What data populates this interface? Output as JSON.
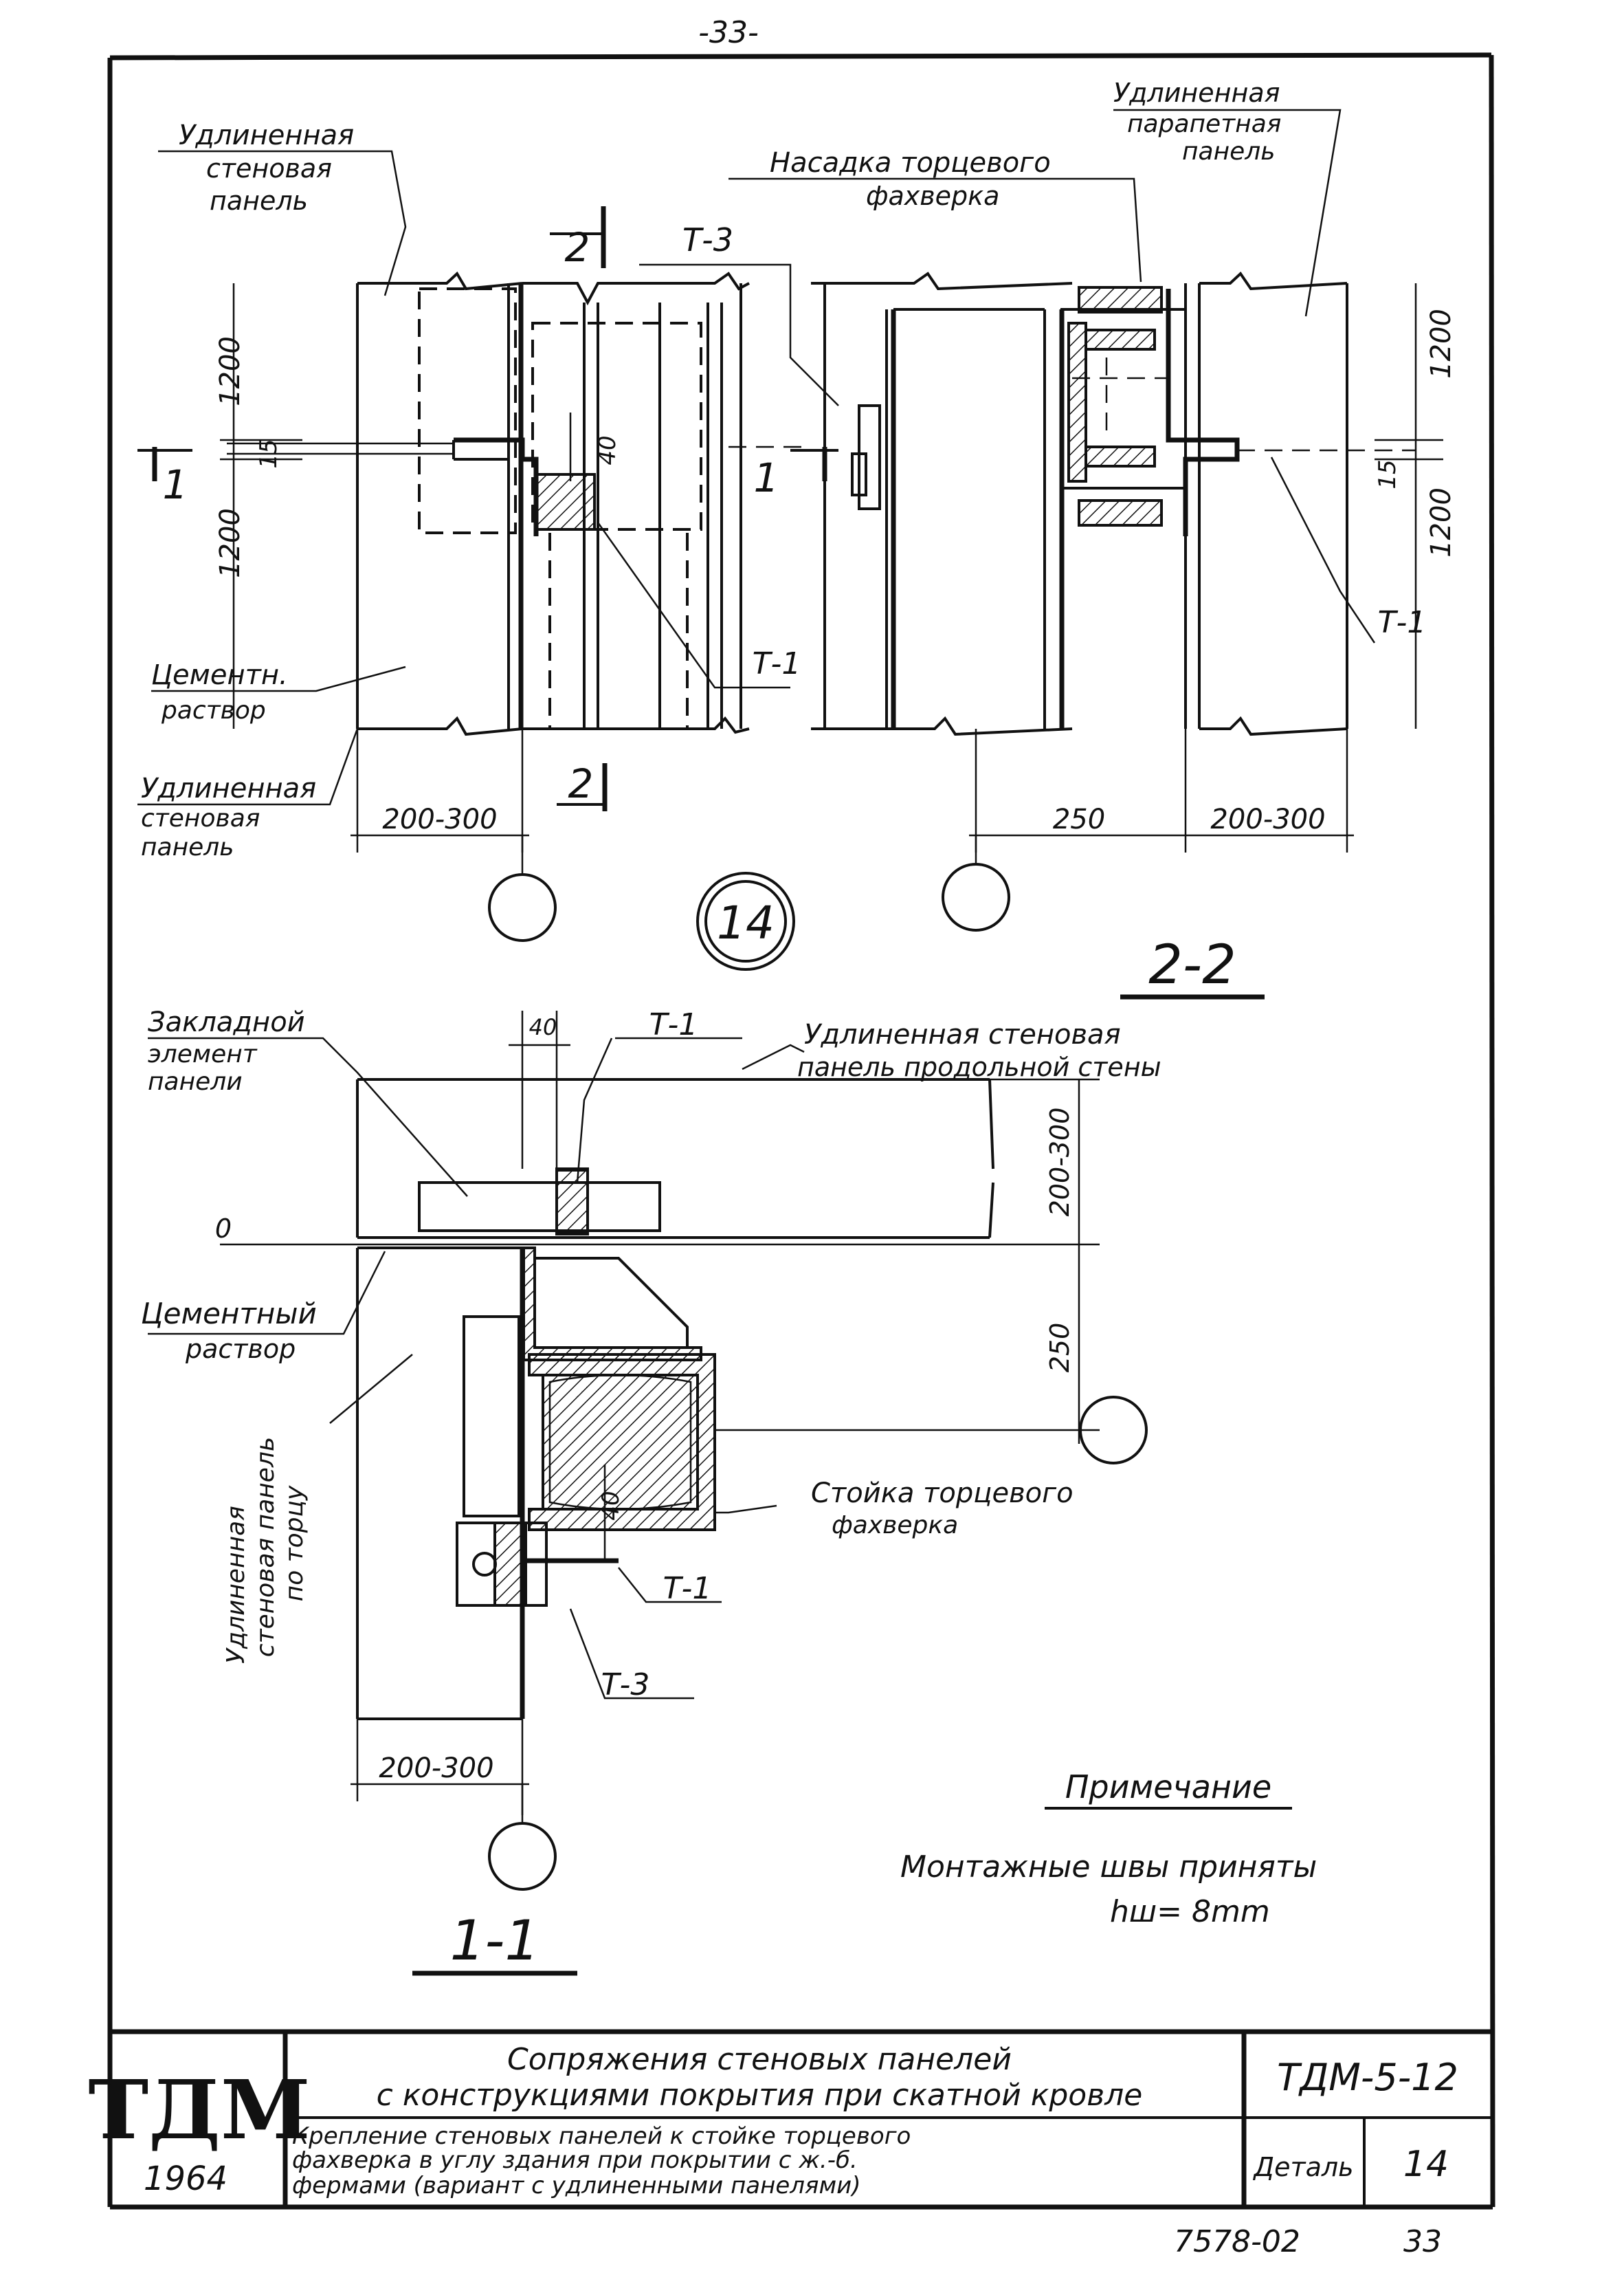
{
  "page": {
    "number": "-33-",
    "footer_code": "7578-02",
    "footer_page": "33"
  },
  "plan": {
    "label_left_top": [
      "Удлиненная",
      "стеновая",
      "панель"
    ],
    "label_nasadka": [
      "Насадка торцевого",
      "фахверка"
    ],
    "label_parapet": [
      "Удлиненная",
      "парапетная",
      "панель"
    ],
    "label_cement": [
      "Цементн.",
      "раствор"
    ],
    "label_left_bottom": [
      "Удлиненная",
      "стеновая",
      "панель"
    ],
    "dim_1200_top_left": "1200",
    "dim_1200_bottom_left": "1200",
    "dim_15_left": "15",
    "dim_40": "40",
    "dim_1200_top_right": "1200",
    "dim_1200_bottom_right": "1200",
    "dim_15_right": "15",
    "dim_200_300_left": "200-300",
    "dim_250": "250",
    "dim_200_300_right": "200-300",
    "tag_t3": "Т-3",
    "tag_t1_mid": "Т-1",
    "tag_t1_right": "Т-1",
    "section_mark_2_top": "2",
    "section_mark_2_bottom": "2",
    "section_mark_1_left": "1",
    "section_mark_1_mid": "1",
    "detail_number": "14"
  },
  "section22": {
    "title": "2-2",
    "label_zakladnoy": [
      "Закладной",
      "элемент",
      "панели"
    ],
    "label_panel_long": [
      "Удлиненная стеновая",
      "панель продольной стены"
    ],
    "label_cement": [
      "Цементный",
      "раствор"
    ],
    "label_panel_end": [
      "Удлиненная",
      "стеновая панель",
      "по торцу"
    ],
    "label_stoyka": [
      "Стойка торцевого",
      "фахверка"
    ],
    "dim_40_top": "40",
    "dim_40_mid": "40",
    "dim_200_300_v": "200-300",
    "dim_250_v": "250",
    "dim_200_300_h": "200-300",
    "tag_t1_top": "Т-1",
    "tag_t1_bottom": "Т-1",
    "tag_t3": "Т-3",
    "zero": "0"
  },
  "section11": {
    "title": "1-1"
  },
  "note": {
    "title": "Примечание",
    "line1": "Монтажные швы приняты",
    "line2": "hш= 8mm"
  },
  "titleblock": {
    "logo": "ТДМ",
    "year": "1964",
    "title1": "Сопряжения стеновых панелей",
    "title2": "с конструкциями покрытия при скатной кровле",
    "desc1": "Крепление стеновых панелей к стойке торцевого",
    "desc2": "фахверка в углу здания при покрытии с ж.-б.",
    "desc3": "фермами (вариант с удлиненными панелями)",
    "code": "ТДМ-5-12",
    "detail_label": "Деталь",
    "detail_no": "14"
  }
}
